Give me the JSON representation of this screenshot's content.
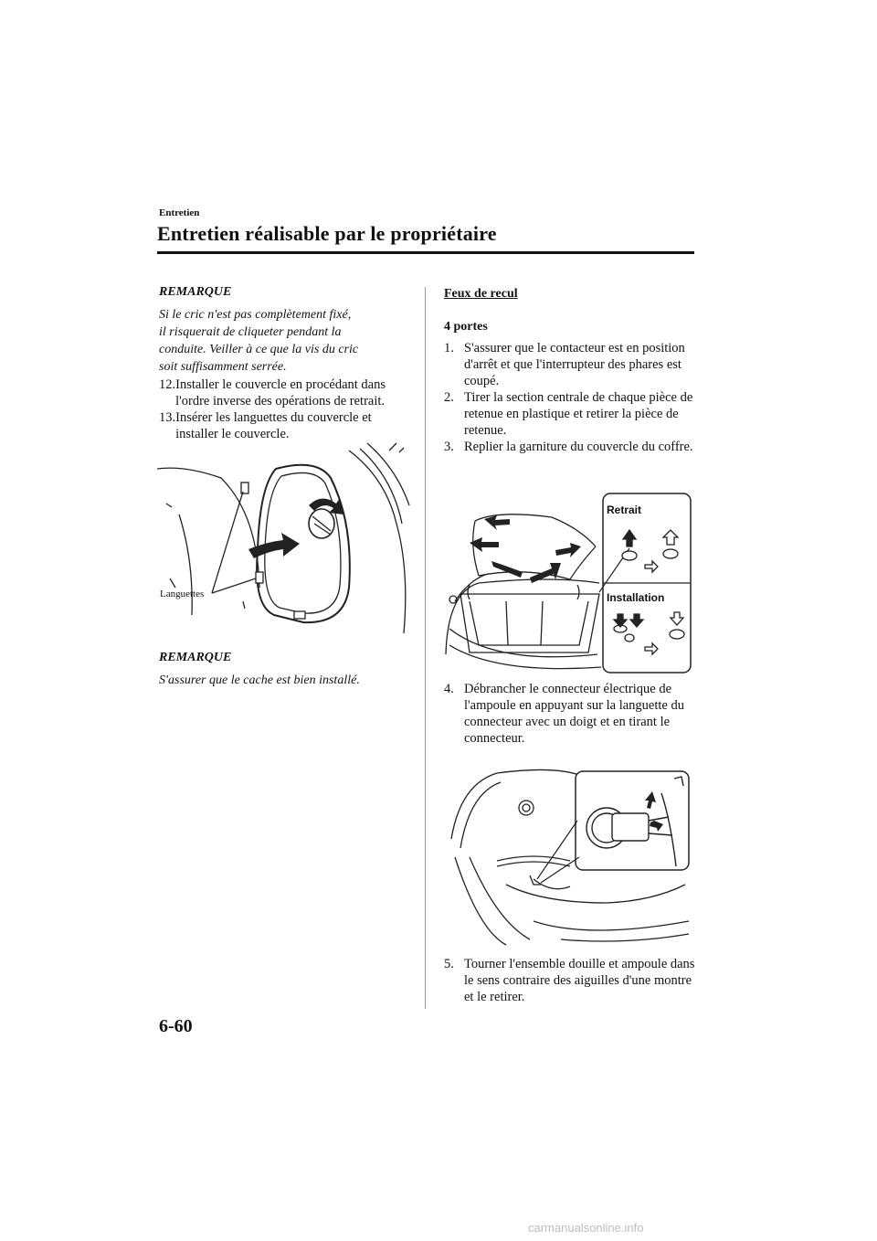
{
  "header": {
    "section": "Entretien",
    "title": "Entretien réalisable par le propriétaire"
  },
  "left": {
    "note1": {
      "heading": "REMARQUE",
      "text": "Si le cric n'est pas complètement fixé,\nil risquerait de cliqueter pendant la\nconduite. Veiller à ce que la vis du cric\nsoit suffisamment serrée."
    },
    "steps": [
      {
        "num": "12.",
        "text": "Installer le couvercle en procédant dans l'ordre inverse des opérations de retrait."
      },
      {
        "num": "13.",
        "text": "Insérer les languettes du couvercle et installer le couvercle."
      }
    ],
    "figure_label": "Languettes",
    "note2": {
      "heading": "REMARQUE",
      "text": "S'assurer que le cache est bien installé."
    }
  },
  "right": {
    "title": "Feux de recul",
    "subheading": "4 portes",
    "steps": [
      {
        "num": "1.",
        "text": "S'assurer que le contacteur est en position d'arrêt et que l'interrupteur des phares est coupé."
      },
      {
        "num": "2.",
        "text": "Tirer la section centrale de chaque pièce de retenue en plastique et retirer la pièce de retenue."
      },
      {
        "num": "3.",
        "text": "Replier la garniture du couvercle du coffre."
      }
    ],
    "figure_labels": {
      "remove": "Retrait",
      "install": "Installation"
    },
    "step4": {
      "num": "4.",
      "text": "Débrancher le connecteur électrique de l'ampoule en appuyant sur la languette du connecteur avec un doigt et en tirant le connecteur."
    },
    "step5": {
      "num": "5.",
      "text": "Tourner l'ensemble douille et ampoule dans le sens contraire des aiguilles d'une montre et le retirer."
    }
  },
  "footer": {
    "page_number": "6-60",
    "watermark": "carmanualsonline.info"
  }
}
